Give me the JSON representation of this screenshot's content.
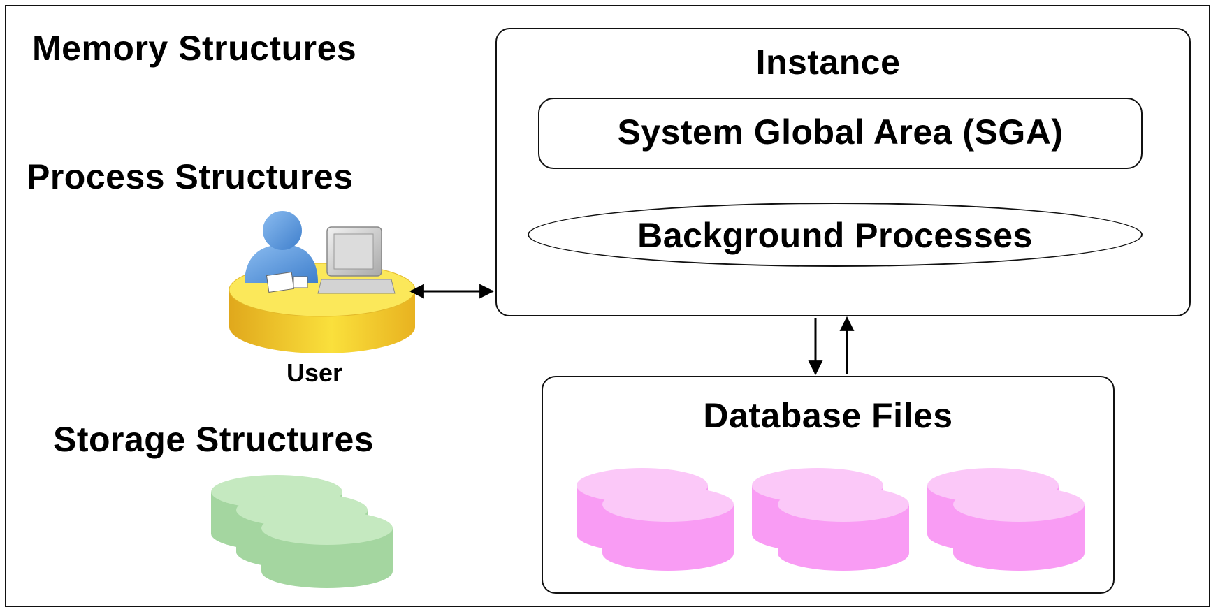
{
  "labels": {
    "memory_structures": "Memory Structures",
    "process_structures": "Process Structures",
    "storage_structures": "Storage Structures",
    "user": "User",
    "instance": "Instance",
    "sga": "System Global Area (SGA)",
    "background_processes": "Background Processes",
    "database_files": "Database Files"
  },
  "colors": {
    "storage_cylinder_fill": "#a4d6a0",
    "storage_cylinder_top": "#c5e9c0",
    "database_cylinder_fill": "#f99cf4",
    "database_cylinder_top": "#fbc8f8",
    "user_desk": "#f7d534",
    "user_person": "#4f8fd8",
    "connector": "#000000"
  },
  "icons": {
    "user": "user-at-desk-icon",
    "storage": "storage-cylinders-icon",
    "database_files": "database-cylinders-icon"
  }
}
